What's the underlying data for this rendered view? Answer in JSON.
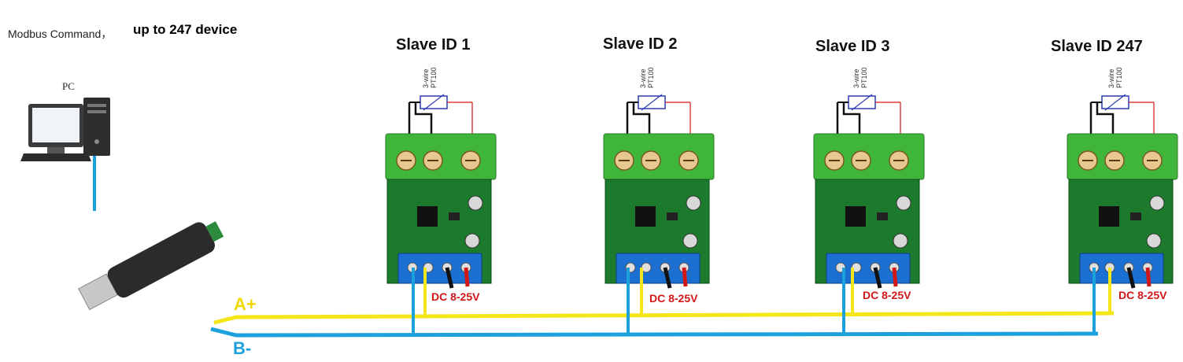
{
  "heading": {
    "left": "Modbus Command，",
    "right": "up to 247 device"
  },
  "pc": {
    "label": "PC"
  },
  "slaves": [
    {
      "title": "Slave ID 1",
      "power": "DC 8-25V",
      "sensor_line1": "3-wire",
      "sensor_line2": "PT100"
    },
    {
      "title": "Slave ID 2",
      "power": "DC 8-25V",
      "sensor_line1": "3-wire",
      "sensor_line2": "PT100"
    },
    {
      "title": "Slave ID 3",
      "power": "DC 8-25V",
      "sensor_line1": "3-wire",
      "sensor_line2": "PT100"
    },
    {
      "title": "Slave ID 247",
      "power": "DC 8-25V",
      "sensor_line1": "3-wire",
      "sensor_line2": "PT100"
    }
  ],
  "bus": {
    "a_label": "A+",
    "b_label": "B-",
    "a_color": "#f5e61a",
    "b_color": "#1da1dc"
  },
  "colors": {
    "terminal_green": "#3fb53a",
    "pcb_green": "#1c7a2c",
    "terminal_blue": "#1a6fd1",
    "wire_red": "#d01818",
    "wire_black": "#111111"
  }
}
